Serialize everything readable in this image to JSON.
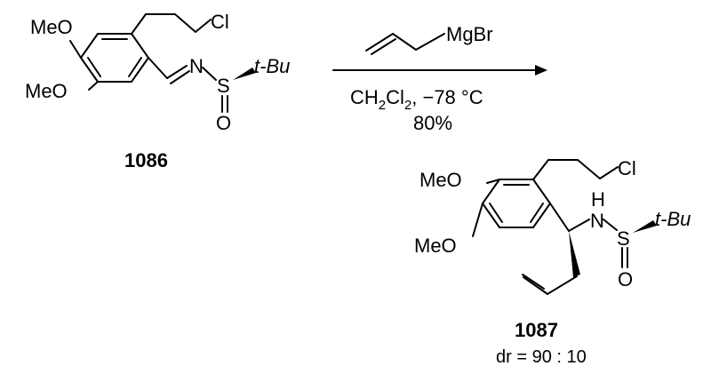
{
  "reactant": {
    "id": "1086",
    "labels": {
      "ome_top": "MeO",
      "ome_bottom": "MeO",
      "cl": "Cl",
      "n": "N",
      "s": "S",
      "o": "O",
      "tbu": "t-Bu"
    }
  },
  "reagent": {
    "formula": "MgBr",
    "conditions_line1": "CH2Cl2, −78 °C",
    "conditions_line1_parts": {
      "a": "CH",
      "sub1": "2",
      "b": "Cl",
      "sub2": "2",
      "c": ", −78 °C"
    },
    "yield": "80%"
  },
  "product": {
    "id": "1087",
    "labels": {
      "ome_top": "MeO",
      "ome_bottom": "MeO",
      "cl": "Cl",
      "h": "H",
      "n": "N",
      "s": "S",
      "o": "O",
      "tbu": "t-Bu"
    },
    "dr": "dr = 90 : 10"
  }
}
